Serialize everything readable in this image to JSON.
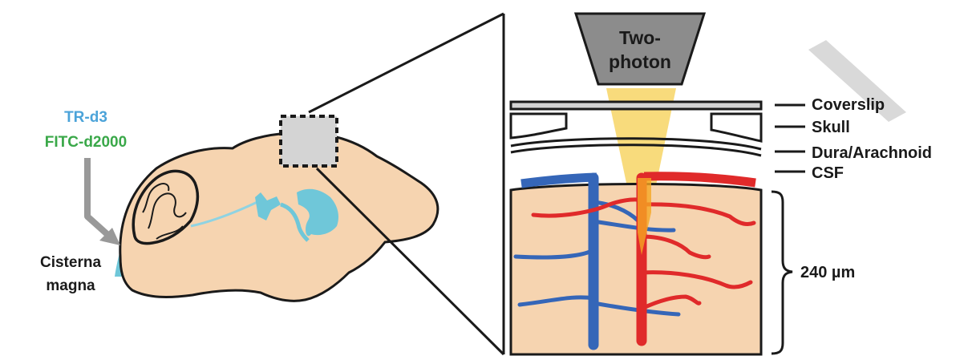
{
  "labels": {
    "tracer_small": "TR-d3",
    "tracer_large": "FITC-d2000",
    "injection_site_line1": "Cisterna",
    "injection_site_line2": "magna",
    "microscope_line1": "Two-",
    "microscope_line2": "photon",
    "coverslip": "Coverslip",
    "skull": "Skull",
    "dura": "Dura/Arachnoid",
    "csf": "CSF",
    "depth": "240 µm"
  },
  "colors": {
    "tracer_small": "#4ba3d9",
    "tracer_large": "#3aa849",
    "brain_tissue": "#f6d4b0",
    "csf_fluid": "#6fc7d9",
    "vein": "#3566b8",
    "artery": "#e02a2a",
    "laser_beam": "#f7d565",
    "arrow": "#999999",
    "objective": "#8c8c8c",
    "window_box": "#d4d4d4"
  },
  "icons": {
    "injection_arrow": "gray-arrow-icon",
    "scale_bracket": "curly-brace-icon"
  }
}
